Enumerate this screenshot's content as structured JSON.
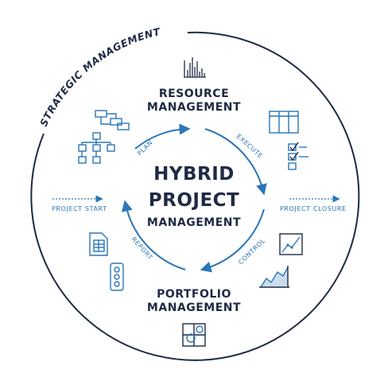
{
  "outer_label": "STRATEGIC MANAGEMENT",
  "center": {
    "line1": "HYBRID",
    "line2": "PROJECT",
    "line3": "MANAGEMENT"
  },
  "top": {
    "line1": "RESOURCE",
    "line2": "MANAGEMENT"
  },
  "bottom": {
    "line1": "PORTFOLIO",
    "line2": "MANAGEMENT"
  },
  "cycle": {
    "plan": "PLAN",
    "execute": "EXECUTE",
    "control": "CONTROL",
    "report": "REPORT"
  },
  "left_arrow_label": "PROJECT START",
  "right_arrow_label": "PROJECT CLOSURE",
  "colors": {
    "navy": "#1f2a44",
    "blue": "#2a76b7"
  },
  "icons": [
    "bar-chart-icon",
    "flow-chart-icon",
    "org-chart-icon",
    "kanban-board-icon",
    "checklist-icon",
    "spreadsheet-icon",
    "traffic-light-icon",
    "line-chart-icon",
    "area-chart-icon",
    "portfolio-grid-icon"
  ]
}
